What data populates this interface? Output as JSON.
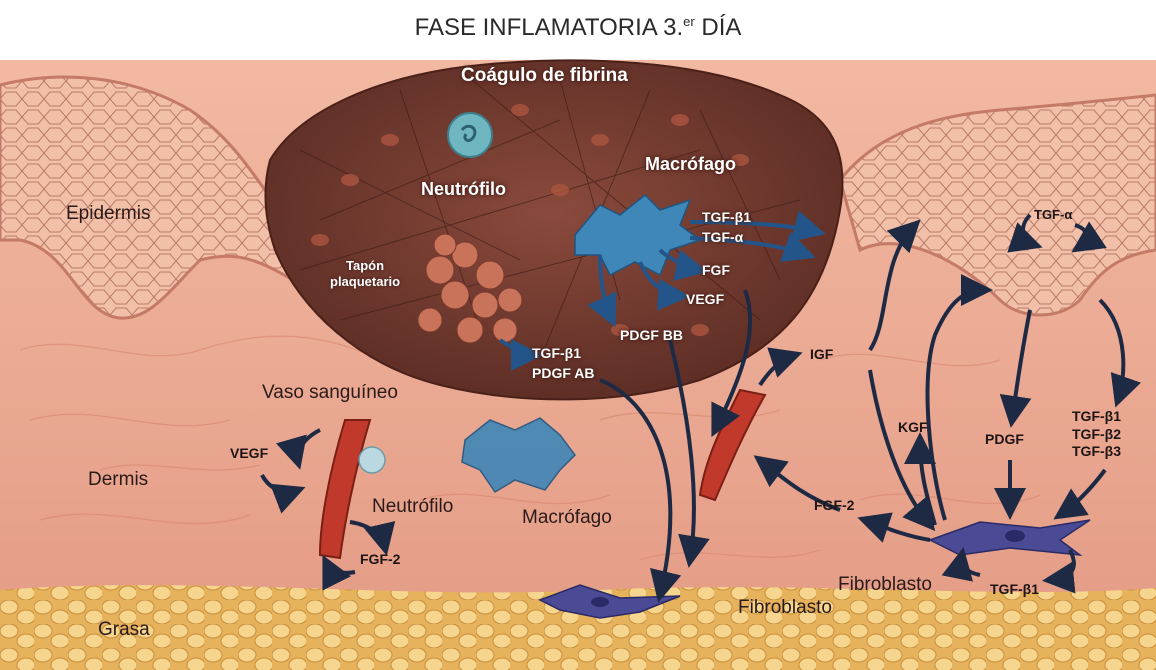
{
  "title": {
    "main": "FASE INFLAMATORIA 3.",
    "sup": "er",
    "tail": " DÍA"
  },
  "labels": {
    "coagulo": "Coágulo de fibrina",
    "neutrofilo_clot": "Neutrófilo",
    "macrofago_clot": "Macrófago",
    "epidermis": "Epidermis",
    "tapon_1": "Tapón",
    "tapon_2": "plaquetario",
    "vaso": "Vaso sanguíneo",
    "dermis": "Dermis",
    "neutrofilo_vessel": "Neutrófilo",
    "macrofago_dermis": "Macrófago",
    "fibroblasto_bottom": "Fibroblasto",
    "fibroblasto_right": "Fibroblasto",
    "grasa": "Grasa"
  },
  "factors": {
    "tgfb1_macro": "TGF-β1",
    "tgfa_macro": "TGF-α",
    "fgf_macro": "FGF",
    "vegf_macro": "VEGF",
    "pdgfbb": "PDGF BB",
    "tgfb1_platelet": "TGF-β1",
    "pdgfab": "PDGF AB",
    "vegf_left": "VEGF",
    "fgf2_left": "FGF-2",
    "igf": "IGF",
    "tgfa_epi": "TGF-α",
    "kgf": "KGF",
    "pdgf": "PDGF",
    "tgfb1_right": "TGF-β1",
    "tgfb2_right": "TGF-β2",
    "tgfb3_right": "TGF-β3",
    "fgf2_right": "FGF-2",
    "tgfb1_fibro": "TGF-β1"
  },
  "colors": {
    "dermis": "#e8a48e",
    "epidermis": "#f0b7a0",
    "fat": "#f0c87a",
    "clot": "#6e3a30",
    "macrophage": "#3f87b8",
    "fibroblast": "#4b4a94",
    "vessel": "#c0392b",
    "arrow_dark": "#1e2a44"
  }
}
